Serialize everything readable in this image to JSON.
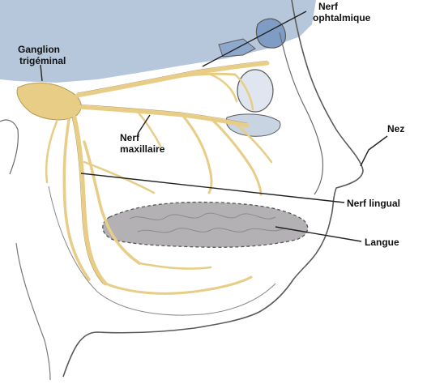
{
  "labels": {
    "nerf_ophtalmique_line1": "Nerf",
    "nerf_ophtalmique_line2": "ophtalmique",
    "ganglion_line1": "Ganglion",
    "ganglion_line2": "trigéminal",
    "nerf_maxillaire_line1": "Nerf",
    "nerf_maxillaire_line2": "maxillaire",
    "nez": "Nez",
    "nerf_lingual": "Nerf lingual",
    "langue": "Langue"
  },
  "colors": {
    "nerve": "#e8cd87",
    "nerve_outline": "#b89a52",
    "skin_line": "#5a5a5a",
    "sinus_blue": "#a9bdd6",
    "tongue": "#b3b1b3",
    "leader_line": "#222222"
  }
}
